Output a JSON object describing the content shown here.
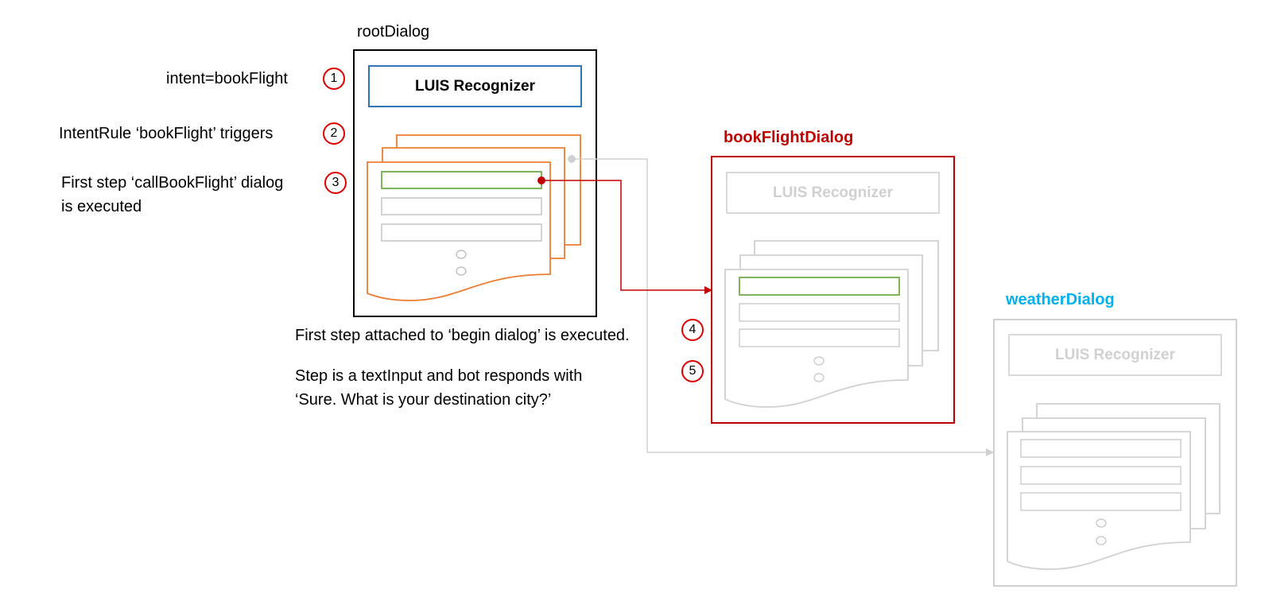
{
  "root": {
    "title": "rootDialog",
    "recognizer": "LUIS Recognizer",
    "border_color": "#000000",
    "recognizer_color": "#2e75b6",
    "stack_color": "#ed7d31",
    "active_step_color": "#70ad47",
    "step_color": "#c8c8c8"
  },
  "book_flight": {
    "title": "bookFlightDialog",
    "recognizer": "LUIS Recognizer",
    "title_color": "#c00000",
    "border_color": "#c00000",
    "faded_color": "#d0d0d0",
    "active_step_color": "#70ad47"
  },
  "weather": {
    "title": "weatherDialog",
    "recognizer": "LUIS Recognizer",
    "title_color": "#00b0f0",
    "faded_color": "#d0d0d0"
  },
  "steps": [
    {
      "number": "1",
      "text": "intent=bookFlight"
    },
    {
      "number": "2",
      "text": "IntentRule ‘bookFlight’ triggers"
    },
    {
      "number": "3",
      "line1": "First step ‘callBookFlight’ dialog",
      "line2": "is executed"
    },
    {
      "number": "4",
      "text": "First step attached to ‘begin dialog’ is executed."
    },
    {
      "number": "5",
      "line1": "Step is a textInput and bot responds with",
      "line2": "‘Sure. What is your destination city?’"
    }
  ],
  "connectors": {
    "active_color": "#c00000",
    "inactive_color": "#d0d0d0"
  },
  "badge_color": "#e00000"
}
